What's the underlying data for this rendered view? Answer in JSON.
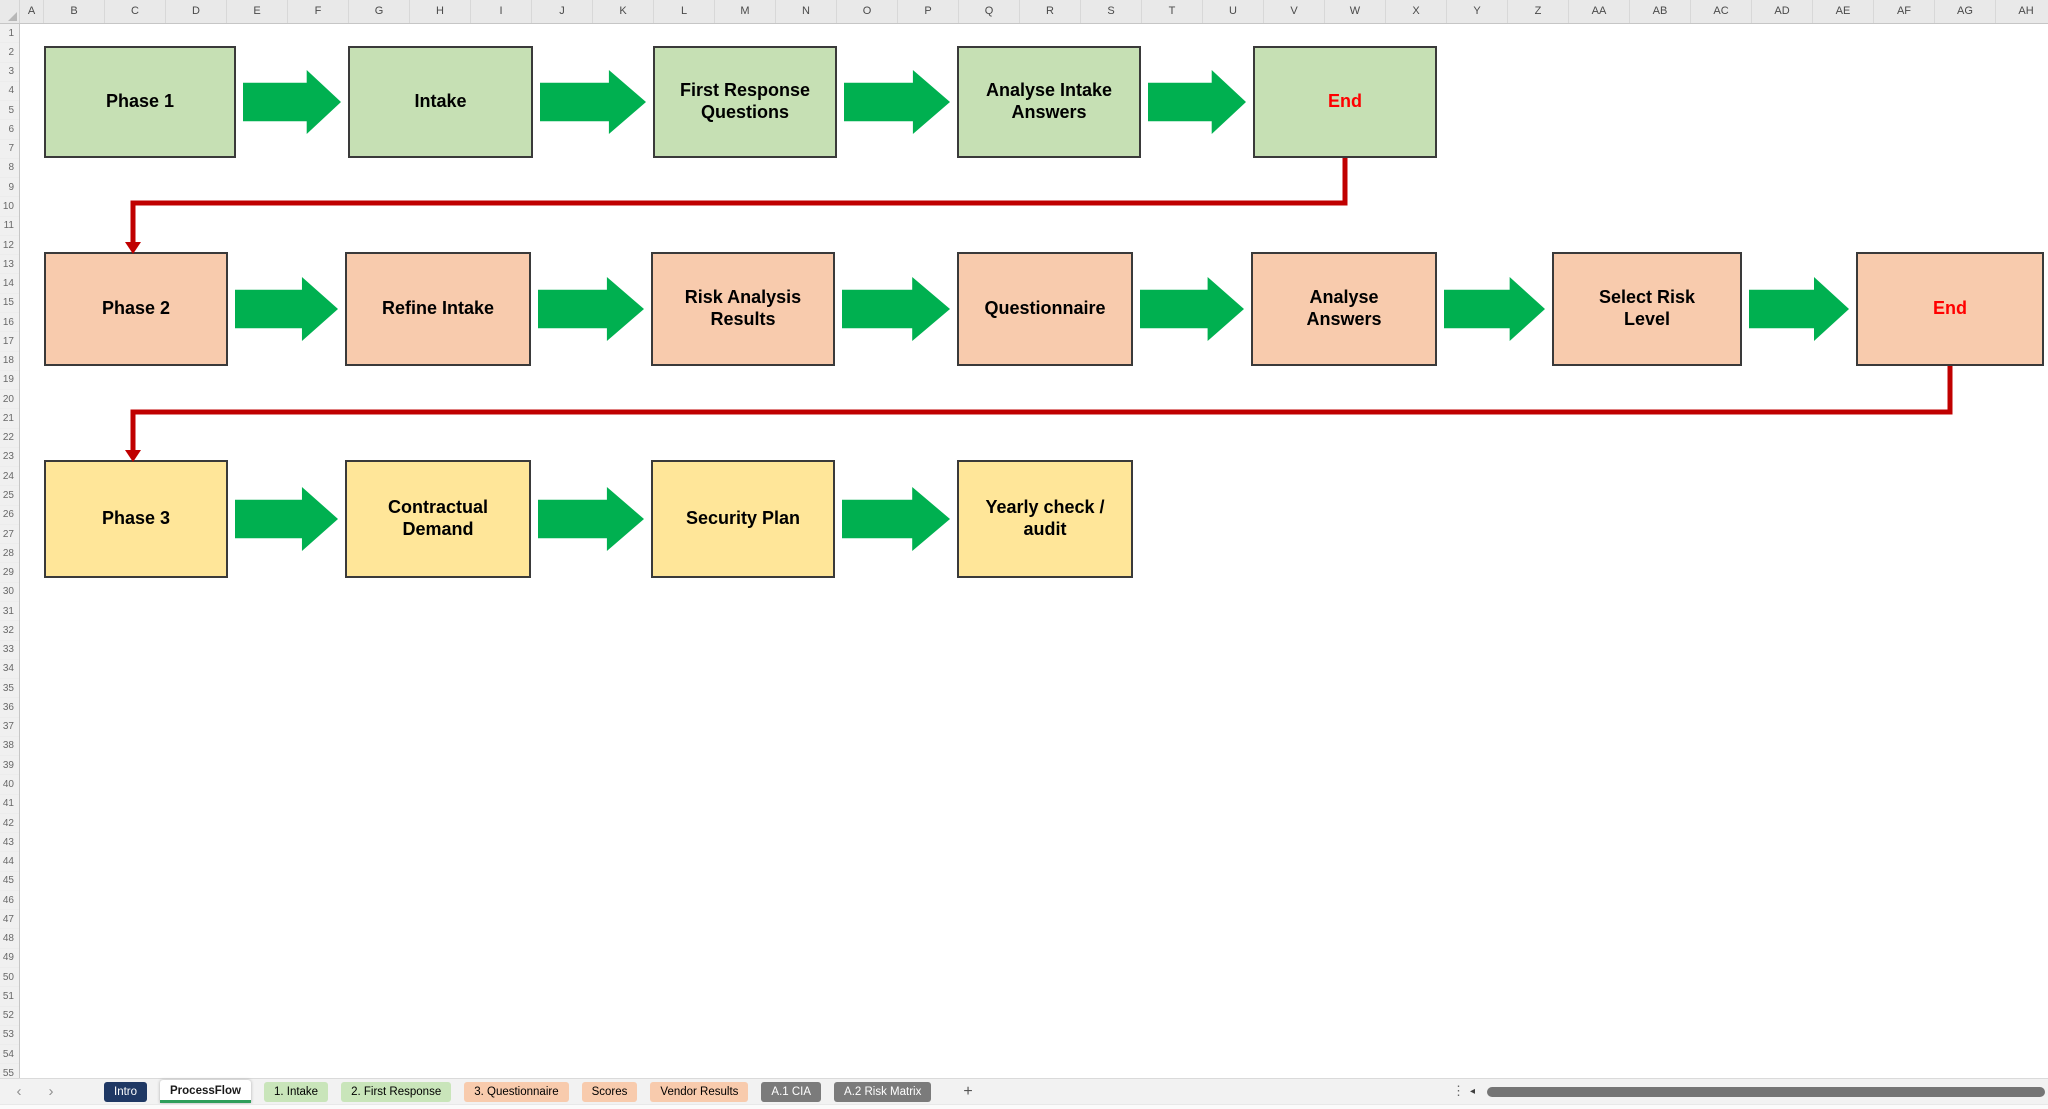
{
  "grid": {
    "columns": [
      "A",
      "B",
      "C",
      "D",
      "E",
      "F",
      "G",
      "H",
      "I",
      "J",
      "K",
      "L",
      "M",
      "N",
      "O",
      "P",
      "Q",
      "R",
      "S",
      "T",
      "U",
      "V",
      "W",
      "X",
      "Y",
      "Z",
      "AA",
      "AB",
      "AC",
      "AD",
      "AE",
      "AF",
      "AG",
      "AH"
    ],
    "rows": [
      "1",
      "2",
      "3",
      "4",
      "5",
      "6",
      "7",
      "8",
      "9",
      "10",
      "11",
      "12",
      "13",
      "14",
      "15",
      "16",
      "17",
      "18",
      "19",
      "20",
      "21",
      "22",
      "23",
      "24",
      "25",
      "26",
      "27",
      "28",
      "29",
      "30",
      "31",
      "32",
      "33",
      "34",
      "35",
      "36",
      "37",
      "38",
      "39",
      "40",
      "41",
      "42",
      "43",
      "44",
      "45",
      "46",
      "47",
      "48",
      "49",
      "50",
      "51",
      "52",
      "53",
      "54",
      "55"
    ]
  },
  "flowchart": {
    "colors": {
      "arrow": "#00B050",
      "connector": "#C00000",
      "node_border": "#3A3A3A",
      "node_text": "#000000",
      "end_text": "#FF0000"
    },
    "phases": [
      {
        "id": "phase-1",
        "fill": "#C6E0B4",
        "nodes": [
          {
            "label": "Phase 1"
          },
          {
            "label": "Intake"
          },
          {
            "label": "First Response\nQuestions"
          },
          {
            "label": "Analyse Intake\nAnswers"
          },
          {
            "label": "End",
            "is_end": true
          }
        ]
      },
      {
        "id": "phase-2",
        "fill": "#F8CBAD",
        "nodes": [
          {
            "label": "Phase 2"
          },
          {
            "label": "Refine Intake"
          },
          {
            "label": "Risk Analysis\nResults"
          },
          {
            "label": "Questionnaire"
          },
          {
            "label": "Analyse\nAnswers"
          },
          {
            "label": "Select Risk\nLevel"
          },
          {
            "label": "End",
            "is_end": true
          }
        ]
      },
      {
        "id": "phase-3",
        "fill": "#FFE699",
        "nodes": [
          {
            "label": "Phase 3"
          },
          {
            "label": "Contractual\nDemand"
          },
          {
            "label": "Security Plan"
          },
          {
            "label": "Yearly check /\naudit"
          }
        ]
      }
    ]
  },
  "tab_bar": {
    "active_underline": "#2E9E5B",
    "add_label": "+",
    "tabs": [
      {
        "label": "Intro",
        "bg": "#1F3864",
        "text": "#FFFFFF"
      },
      {
        "label": "ProcessFlow",
        "bg": "#FFFFFF",
        "text": "#1A1A1A",
        "active": true
      },
      {
        "label": "1. Intake",
        "bg": "#C9E5BA",
        "text": "#000000"
      },
      {
        "label": "2. First Response",
        "bg": "#C9E5BA",
        "text": "#000000"
      },
      {
        "label": "3. Questionnaire",
        "bg": "#F8CBAD",
        "text": "#000000"
      },
      {
        "label": "Scores",
        "bg": "#F8CBAD",
        "text": "#000000"
      },
      {
        "label": "Vendor Results",
        "bg": "#F8CBAD",
        "text": "#000000"
      },
      {
        "label": "A.1 CIA",
        "bg": "#7B7B7B",
        "text": "#FFFFFF"
      },
      {
        "label": "A.2 Risk Matrix",
        "bg": "#7B7B7B",
        "text": "#FFFFFF"
      }
    ]
  },
  "icons": {
    "prev_sheet": "‹",
    "next_sheet": "›",
    "overflow_dots": "⋮",
    "scroll_left": "◂"
  }
}
